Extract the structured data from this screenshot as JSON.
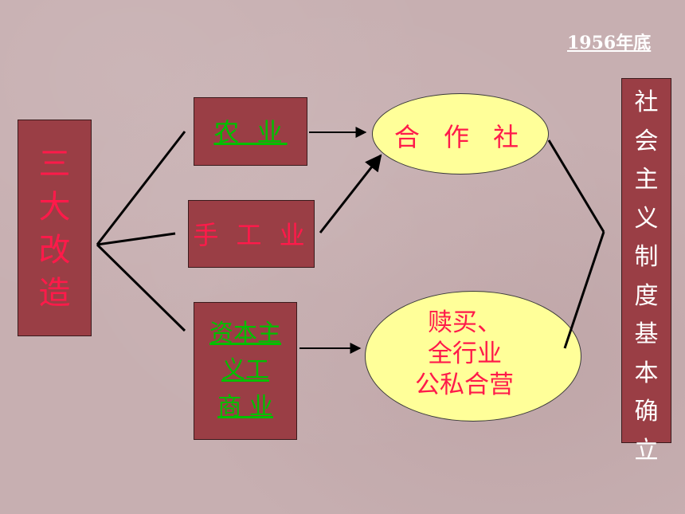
{
  "date_label": "1956年底",
  "main": {
    "label": [
      "三",
      "大",
      "改",
      "造"
    ]
  },
  "branches": {
    "agriculture": "农 业",
    "handicraft": "手 工 业",
    "capitalist": [
      "资本主",
      "义工",
      "商 业"
    ]
  },
  "results": {
    "cooperative": "合 作 社",
    "buyout": [
      "赎买、",
      "全行业",
      "公私合营"
    ]
  },
  "conclusion": {
    "label": [
      "社",
      "会",
      "主",
      "义",
      "制",
      "度",
      "基",
      "本",
      "确",
      "立"
    ]
  },
  "colors": {
    "background": "#c7afb1",
    "box_fill": "#9a3e45",
    "ellipse_fill": "#ffff99",
    "red_text": "#ff1a4a",
    "green_text": "#00c000",
    "white_text": "#ffffff"
  }
}
